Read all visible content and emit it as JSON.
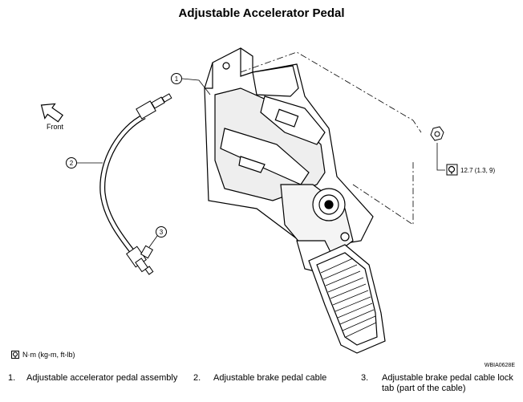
{
  "title": "Adjustable Accelerator Pedal",
  "front_label": "Front",
  "callouts": [
    "1",
    "2",
    "3"
  ],
  "torque_spec": "12.7 (1.3, 9)",
  "units_note": "N·m (kg-m, ft-lb)",
  "figure_code": "WBIA0628E",
  "legend": [
    {
      "num": "1.",
      "text": "Adjustable accelerator pedal assembly"
    },
    {
      "num": "2.",
      "text": "Adjustable brake pedal cable"
    },
    {
      "num": "3.",
      "text": "Adjustable brake pedal cable lock tab (part of the cable)"
    }
  ],
  "icons": [
    "front-arrow-icon",
    "torque-wrench-icon",
    "nut-icon"
  ]
}
